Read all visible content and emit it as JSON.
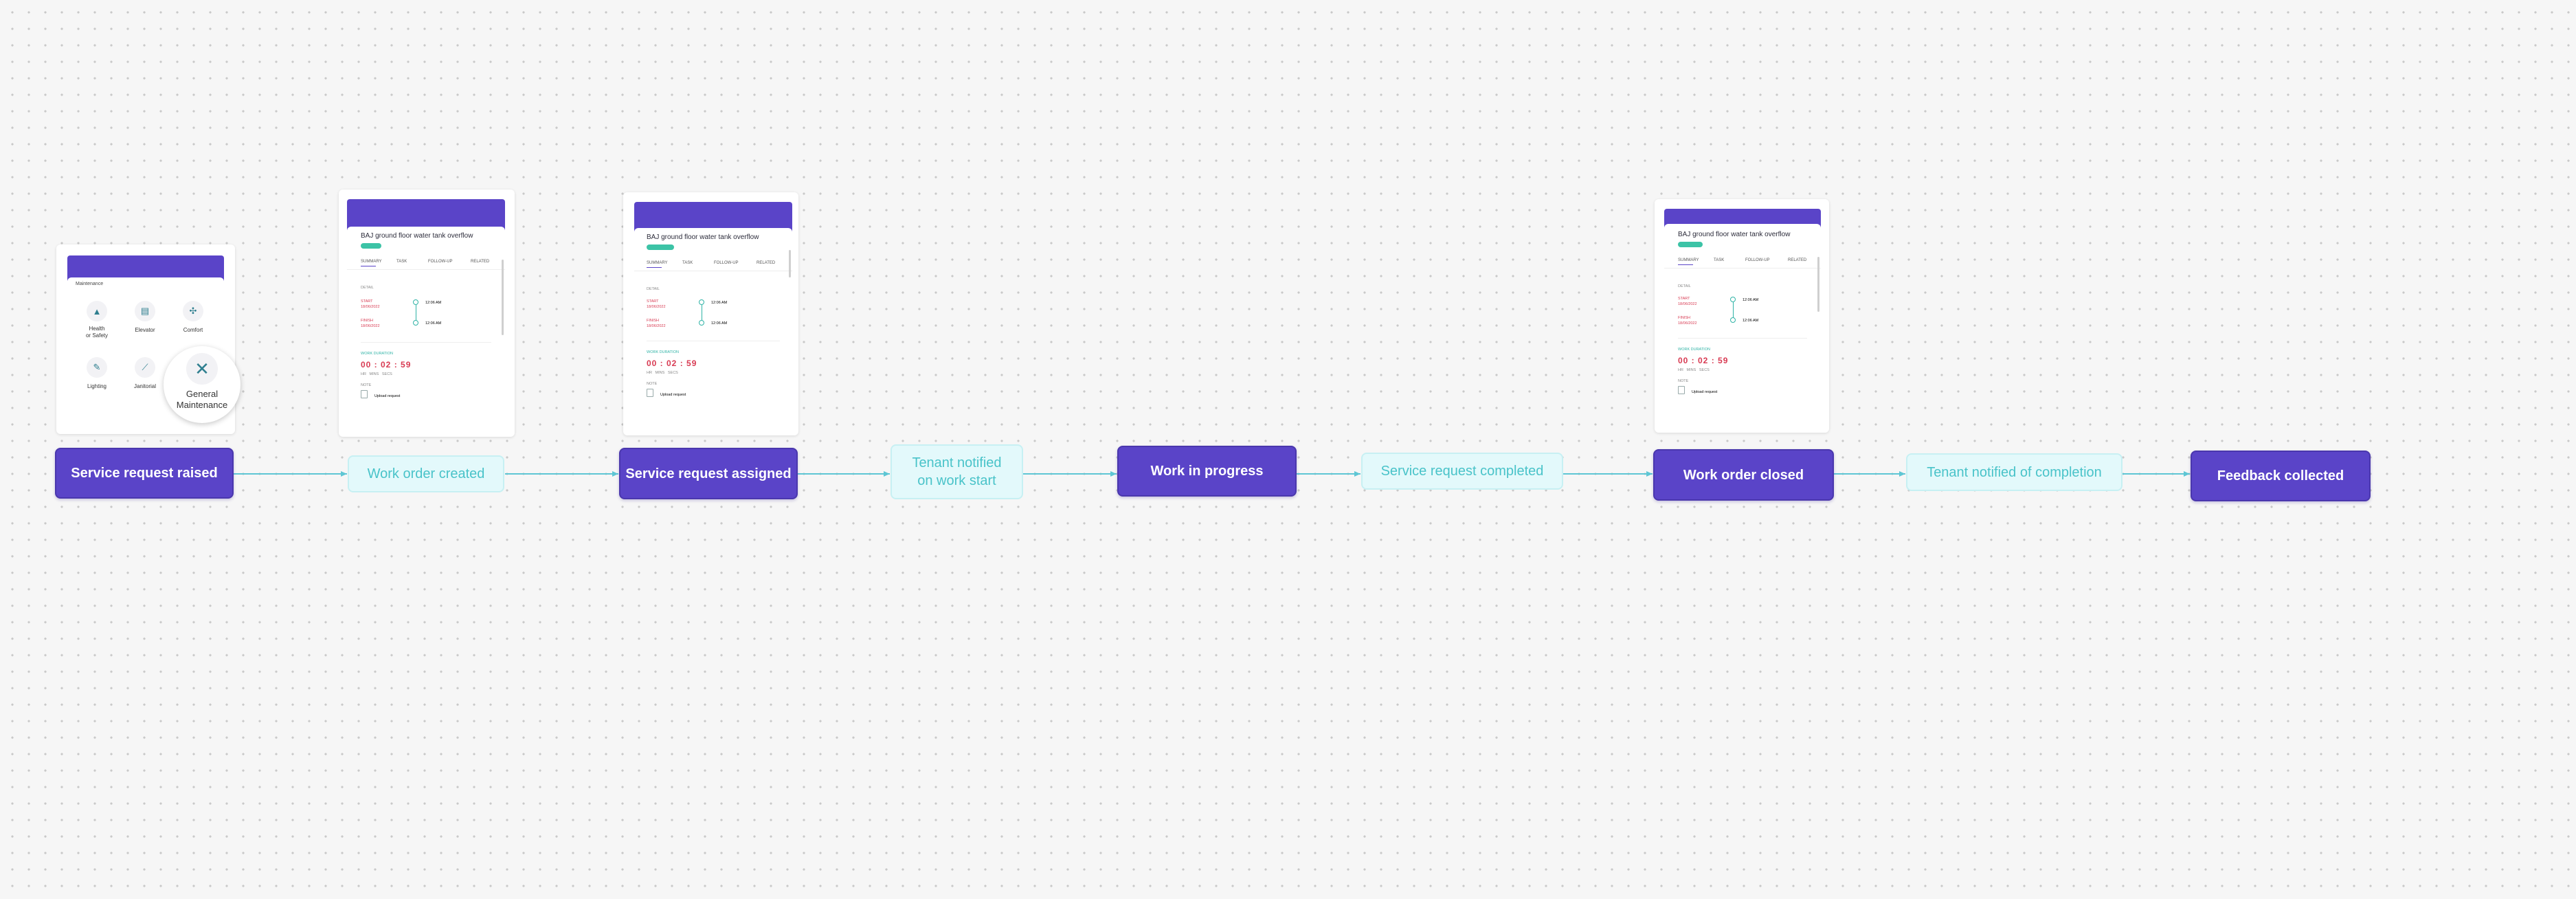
{
  "flow": {
    "steps": [
      {
        "label": "Service request raised",
        "kind": "primary"
      },
      {
        "label": "Work order created",
        "kind": "secondary"
      },
      {
        "label": "Service request assigned",
        "kind": "primary"
      },
      {
        "label": "Tenant notified\non work start",
        "kind": "secondary"
      },
      {
        "label": "Work in progress",
        "kind": "primary"
      },
      {
        "label": "Service request completed",
        "kind": "secondary"
      },
      {
        "label": "Work order closed",
        "kind": "primary"
      },
      {
        "label": "Tenant notified of completion",
        "kind": "secondary"
      },
      {
        "label": "Feedback collected",
        "kind": "primary"
      }
    ]
  },
  "colors": {
    "primary": "#5a44c8",
    "secondary_bg": "#e3f9fb",
    "secondary_text": "#49c3c9",
    "connector": "#5ec6d4"
  },
  "maintenance_card": {
    "header": "Maintenance",
    "categories": [
      {
        "label": "Health\nor Safety",
        "icon": "warning-icon"
      },
      {
        "label": "Elevator",
        "icon": "elevator-icon"
      },
      {
        "label": "Comfort",
        "icon": "fan-icon"
      },
      {
        "label": "Lighting",
        "icon": "lightbulb-icon"
      },
      {
        "label": "Janitorial",
        "icon": "broom-icon"
      }
    ],
    "highlight": {
      "label": "General\nMaintenance",
      "icon": "tools-icon"
    }
  },
  "work_order_card": {
    "title": "BAJ ground floor water tank overflow",
    "tabs": [
      "SUMMARY",
      "TASK",
      "FOLLOW-UP",
      "RELATED"
    ],
    "section_label": "DETAIL",
    "start_label": "START",
    "start_date": "18/06/2022",
    "start_time": "12:06 AM",
    "finish_label": "FINISH",
    "finish_date": "18/06/2022",
    "finish_time": "12:06 AM",
    "duration_label": "WORK DURATION",
    "timer": "00 : 02 : 59",
    "timer_units": "HR   MINS   SECS",
    "attachment_label": "NOTE",
    "attachment_caption": "Upload request"
  }
}
